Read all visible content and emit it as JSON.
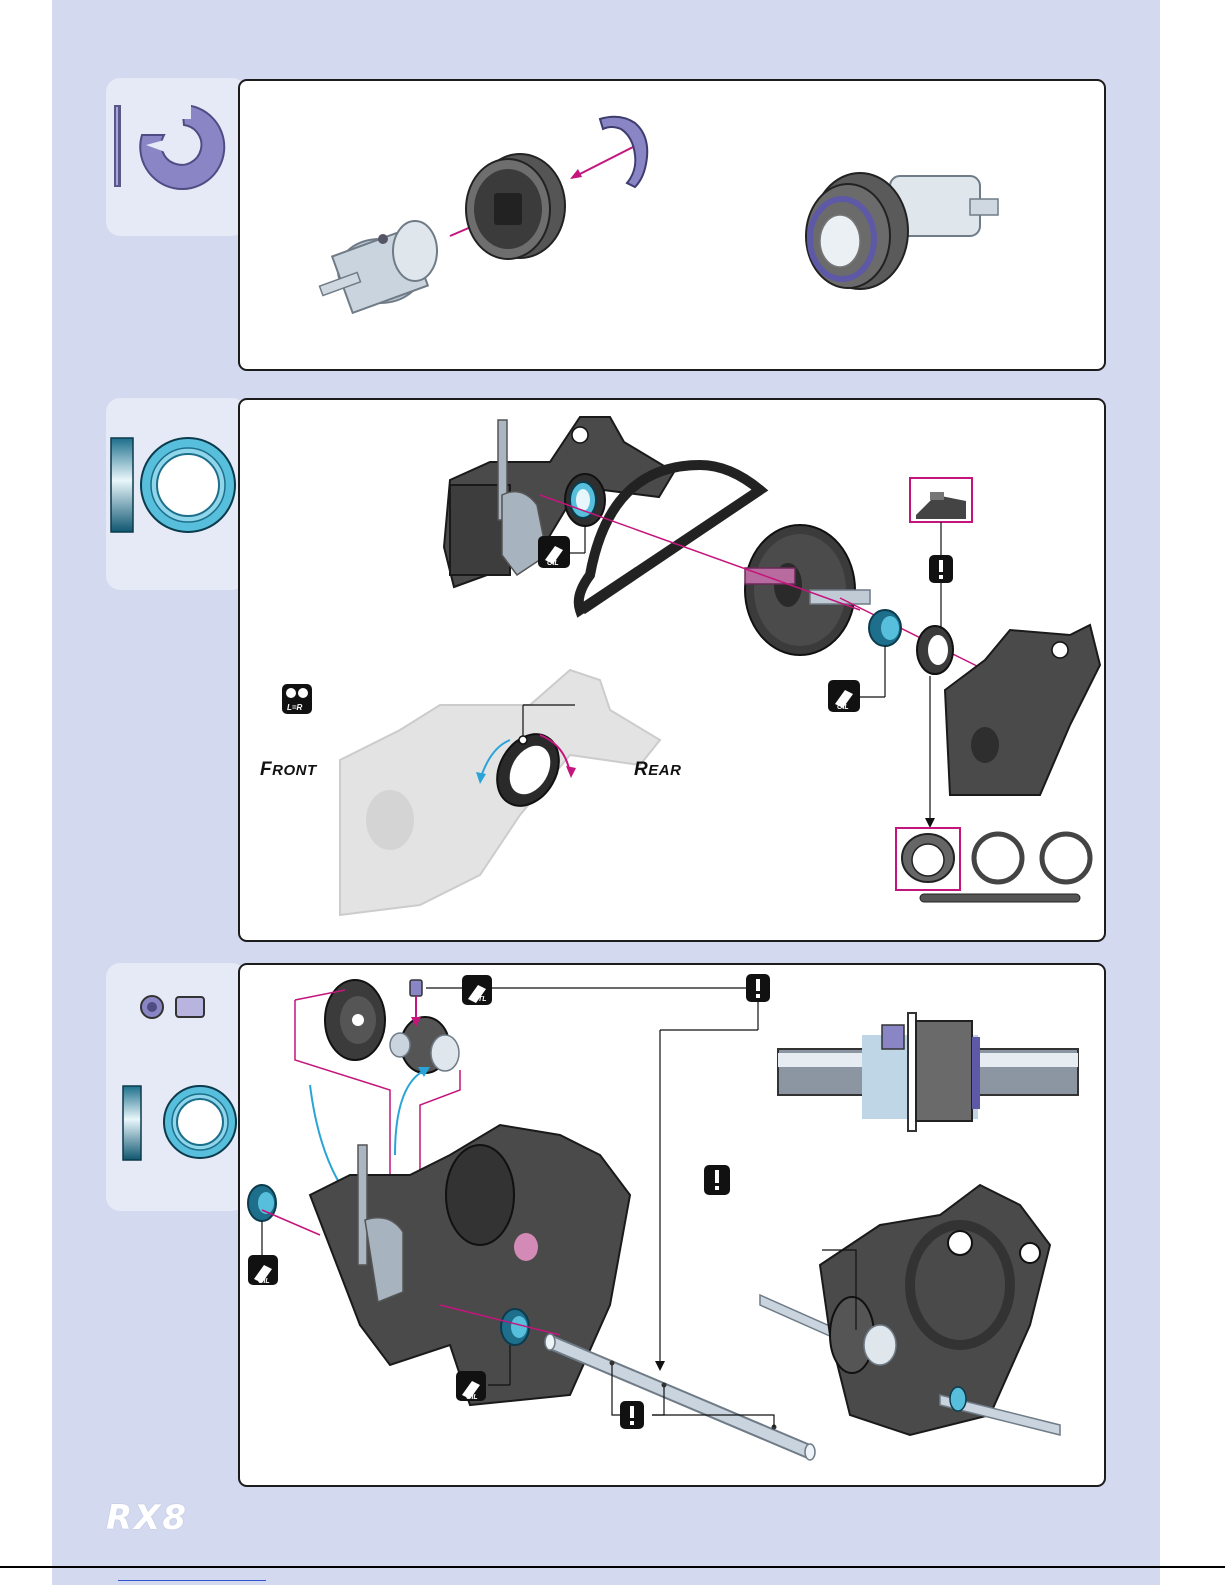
{
  "brand": {
    "logo_text": "RX8"
  },
  "steps": [
    {
      "parts_icons": [
        "e-clip-icon"
      ],
      "assembly": [
        "pulley-hub",
        "pulley",
        "e-clip"
      ]
    },
    {
      "parts_icons": [
        "ball-bearing-icon"
      ],
      "assembly": [
        "front-bulkhead",
        "belt",
        "spur-gear",
        "ball-bearing",
        "bearing-holder",
        "rear-bulkhead"
      ],
      "badges": {
        "lr_label": "L=R",
        "oil_label": "OIL"
      },
      "orientation": {
        "front_cap": "F",
        "front_rest": "RONT",
        "rear_cap": "R",
        "rear_rest": "EAR"
      }
    },
    {
      "parts_icons": [
        "set-screw-icon",
        "ball-bearing-icon"
      ],
      "assembly": [
        "slipper-plate",
        "pulley",
        "set-screw",
        "bulkhead",
        "ball-bearing",
        "shaft"
      ],
      "badges": {
        "tl_label": "TL",
        "oil_label": "OIL"
      }
    }
  ],
  "colors": {
    "page_bg": "#d3d9ef",
    "tab_bg": "#e6e9f6",
    "arrow_magenta": "#c4157c",
    "arrow_cyan": "#2aa4d8",
    "bearing_cyan": "#3aa8c8",
    "clip_purple": "#8a86c6"
  }
}
